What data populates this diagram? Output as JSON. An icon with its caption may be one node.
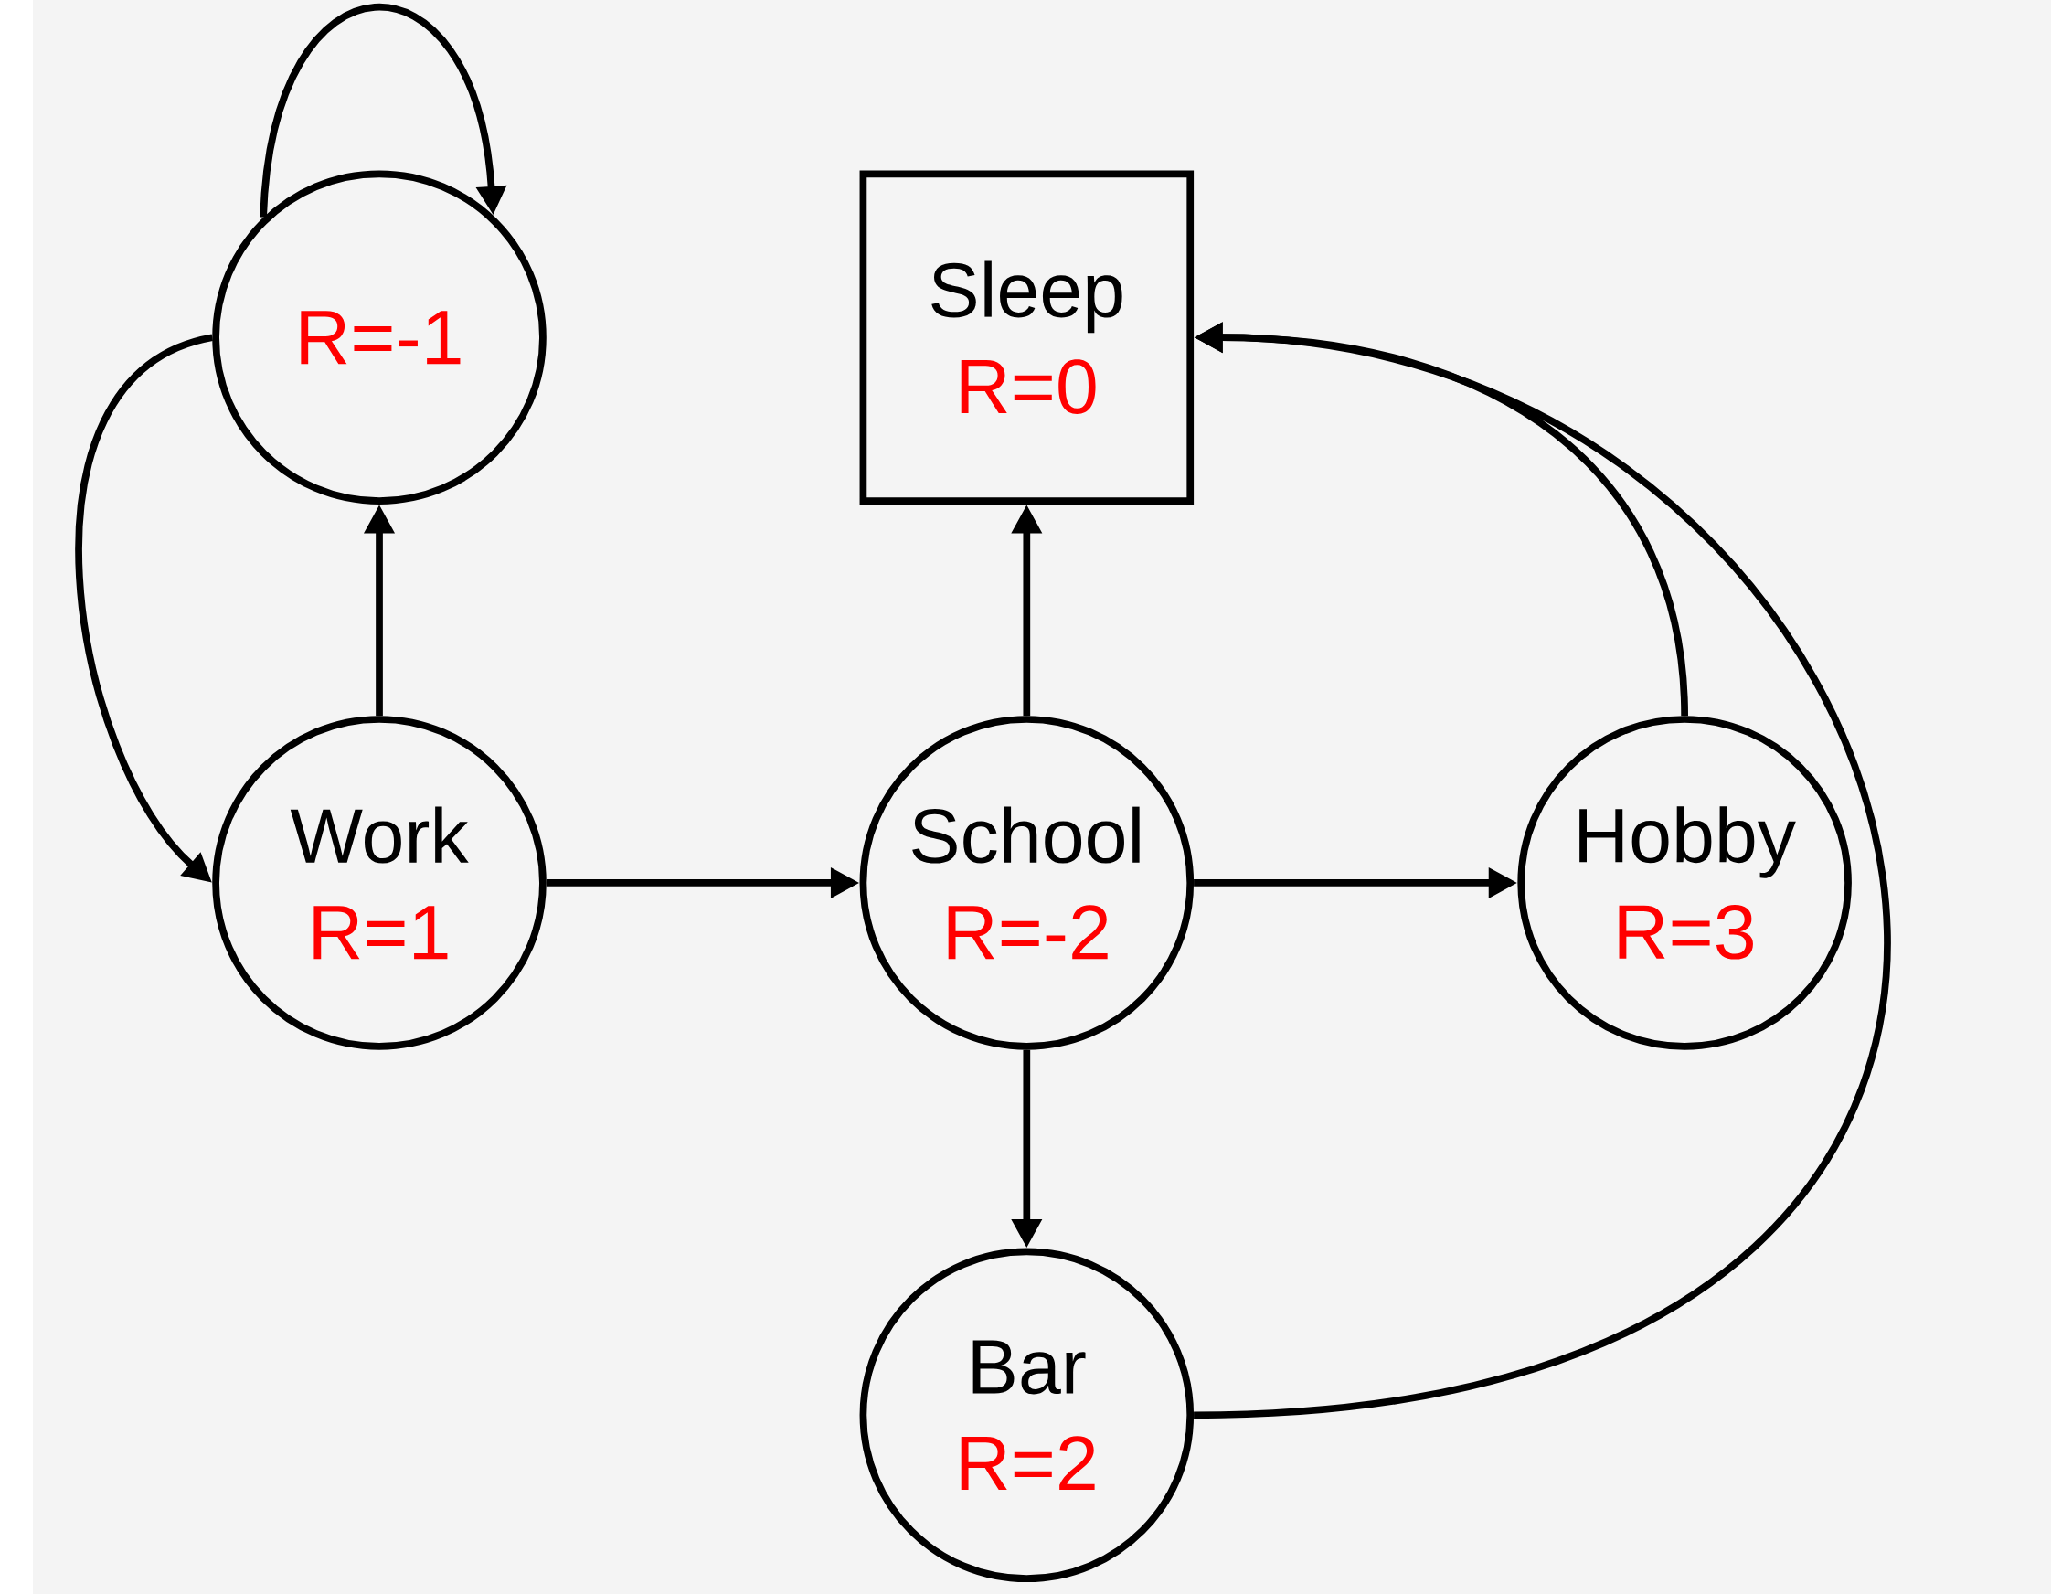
{
  "diagram": {
    "nodes": [
      {
        "text": [
          "R=-1"
        ]
      },
      {
        "text": [
          "Sleep",
          "R=0"
        ]
      },
      {
        "text": [
          "Work",
          "R=1"
        ]
      },
      {
        "text": [
          "School",
          "R=-2"
        ]
      },
      {
        "text": [
          "Hobby",
          "R=3"
        ]
      },
      {
        "text": [
          "Bar",
          "R=2"
        ]
      }
    ],
    "edges": [
      {
        "from": 0,
        "to": 0,
        "arrow": "to"
      },
      {
        "from": 0,
        "to": 2,
        "arrow": "to"
      },
      {
        "from": 2,
        "to": 0,
        "arrow": "to"
      },
      {
        "from": 3,
        "to": 1,
        "arrow": "to"
      },
      {
        "from": 2,
        "to": 3,
        "arrow": "to"
      },
      {
        "from": 3,
        "to": 4,
        "arrow": "to"
      },
      {
        "from": 3,
        "to": 5,
        "arrow": "to"
      },
      {
        "from": 4,
        "to": 1,
        "arrow": "to"
      },
      {
        "from": 5,
        "to": 1,
        "arrow": "to"
      }
    ]
  }
}
